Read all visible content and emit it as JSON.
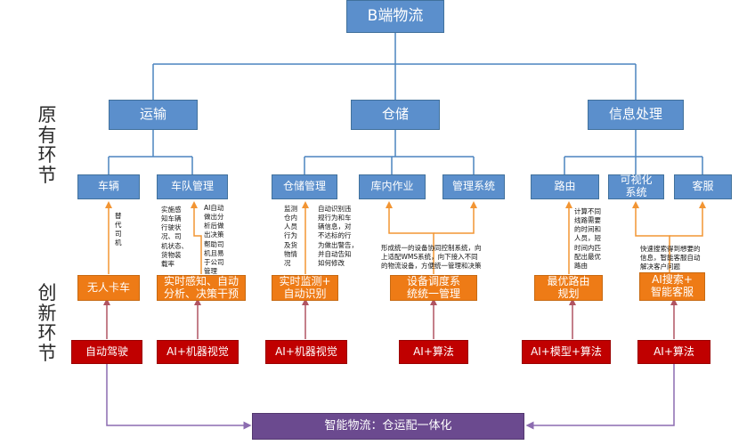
{
  "root": {
    "label": "B端物流"
  },
  "row_labels": {
    "existing": "原有\n环节",
    "innovation": "创新\n环节"
  },
  "categories": [
    {
      "label": "运输"
    },
    {
      "label": "仓储"
    },
    {
      "label": "信息处理"
    }
  ],
  "links": [
    {
      "label": "车辆"
    },
    {
      "label": "车队管理"
    },
    {
      "label": "仓储管理"
    },
    {
      "label": "库内作业"
    },
    {
      "label": "管理系统"
    },
    {
      "label": "路由"
    },
    {
      "label": "可视化\n系统"
    },
    {
      "label": "客服"
    }
  ],
  "notes": [
    {
      "text": "替\n代\n司\n机"
    },
    {
      "text": "实施感\n知车辆\n行驶状\n况、司\n机状态、\n货物装\n载率"
    },
    {
      "text": "AI自动\n做出分\n析后做\n出决策\n帮助司\n机且易\n于公司\n管理"
    },
    {
      "text": "监测\n仓内\n人员\n行为\n及货\n物情\n况"
    },
    {
      "text": "自动识别违\n规行为和车\n辆信息，对\n不达标的行\n为做出警告，\n并自动告知\n如何修改"
    },
    {
      "text": "形成统一的设备协同控制系统，向\n上适配WMS系统，向下接入不同\n的物流设备，方便统一管理和决策"
    },
    {
      "text": "计算不同\n线路需要\n的时间和\n人员，短\n时间内匹\n配出最优\n路由"
    },
    {
      "text": "快速搜索得到想要的\n信息，智能客服自动\n解决客户问题"
    }
  ],
  "solutions": [
    {
      "label": "无人卡车"
    },
    {
      "label": "实时感知、自动\n分析、决策干预"
    },
    {
      "label": "实时监测+\n自动识别"
    },
    {
      "label": "设备调度系\n统统一管理"
    },
    {
      "label": "最优路由\n规划"
    },
    {
      "label": "AI搜索+\n智能客服"
    }
  ],
  "technologies": [
    {
      "label": "自动驾驶"
    },
    {
      "label": "AI+机器视觉"
    },
    {
      "label": "AI+机器视觉"
    },
    {
      "label": "AI+算法"
    },
    {
      "label": "AI+模型+算法"
    },
    {
      "label": "AI+算法"
    }
  ],
  "bottom": {
    "label": "智能物流：仓运配一体化"
  },
  "colors": {
    "tree_line": "#4b84bf",
    "orange_arrow": "#f29533",
    "red_arrow": "#b05462",
    "purple_line": "#8c6cb0"
  }
}
